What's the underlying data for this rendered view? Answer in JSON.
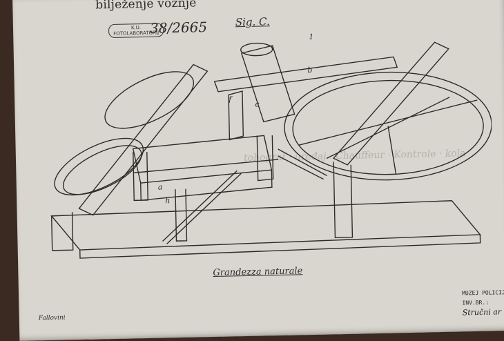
{
  "document": {
    "top_text": "bilježenje vožnje",
    "stamp_line1": "K.U.",
    "stamp_line2": "FOTOLABORATORIJ",
    "archive_number": "38/2665",
    "figure_label": "Sig. C.",
    "caption": "Grandezza naturale",
    "signature": "Fallovini",
    "museum_line1": "MUZEJ POLICIJE",
    "museum_line2_prefix": "INV.BR.:",
    "museum_line2_hand": "Stručni ar",
    "bleed_text": "tohograf · uređaj · Chauffeur · Kontrole · kola"
  },
  "drawing_labels": {
    "l1": "1",
    "b": "b",
    "f": "f",
    "c": "c",
    "a": "a",
    "h": "h"
  }
}
